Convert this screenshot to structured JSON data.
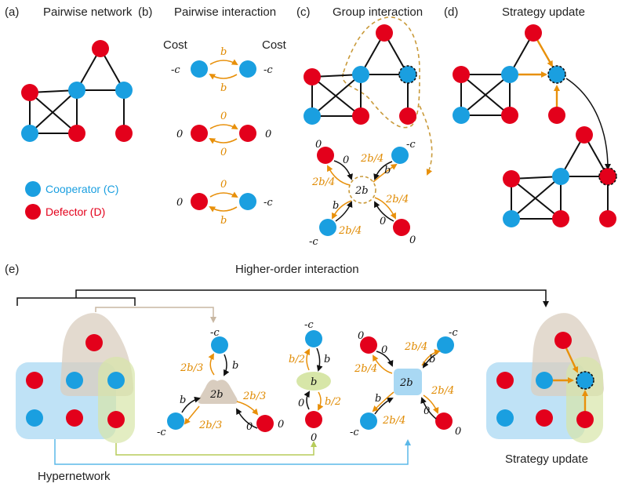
{
  "colors": {
    "cooperator": "#1a9fe0",
    "defector": "#e3001b",
    "orange": "#e8900a",
    "edge": "#111111",
    "hyper_blue": "#a9d8f3",
    "hyper_tan": "#d9cdbf",
    "hyper_green": "#d7e6a8"
  },
  "panels": {
    "a": {
      "letter": "(a)",
      "title": "Pairwise network"
    },
    "b": {
      "letter": "(b)",
      "title": "Pairwise interaction",
      "cost_left": "Cost",
      "cost_right": "Cost"
    },
    "c": {
      "letter": "(c)",
      "title": "Group interaction"
    },
    "d": {
      "letter": "(d)",
      "title": "Strategy update"
    },
    "e": {
      "letter": "(e)",
      "title": "Higher-order interaction",
      "hypernetwork": "Hypernetwork",
      "strategy_update": "Strategy update"
    }
  },
  "legend": {
    "cooperator": "Cooperator (C)",
    "defector": "Defector (D)"
  },
  "math": {
    "neg_c": "-c",
    "zero": "0",
    "b": "b",
    "two_b": "2b",
    "b_over_4": "2b/4",
    "b_over_3": "2b/3",
    "b_over_2": "b/2"
  }
}
